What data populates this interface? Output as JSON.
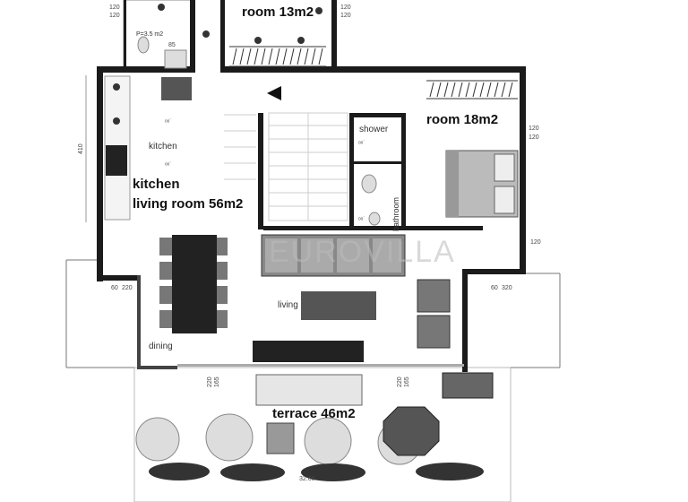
{
  "rooms": {
    "room13": "room 13m2",
    "room18": "room 18m2",
    "kitchen_small": "kitchen",
    "kitchen_living_1": "kitchen",
    "kitchen_living_2": "living room 56m2",
    "shower": "shower",
    "bathroom": "bathroom",
    "living": "living",
    "dining": "dining",
    "terrace": "terrace 46m2",
    "wc_area": "P=3.5 m2"
  },
  "dimensions": {
    "d120a": "120",
    "d120b": "120",
    "d120c": "120",
    "d120d": "120",
    "d120e": "120",
    "d120f": "120",
    "d120g": "120",
    "d85": "85",
    "d410": "410",
    "d60a": "60",
    "d220": "220",
    "d60b": "60",
    "d320": "320",
    "d220b": "220",
    "d165a": "165",
    "d220c": "220",
    "d165b": "165",
    "d3260": "32.60"
  },
  "watermark": "EUROVILLA",
  "icons": [
    "light-fixture-icon",
    "bed-icon",
    "sofa-icon",
    "table-icon",
    "armchair-icon",
    "plant-icon",
    "arrow-icon"
  ]
}
